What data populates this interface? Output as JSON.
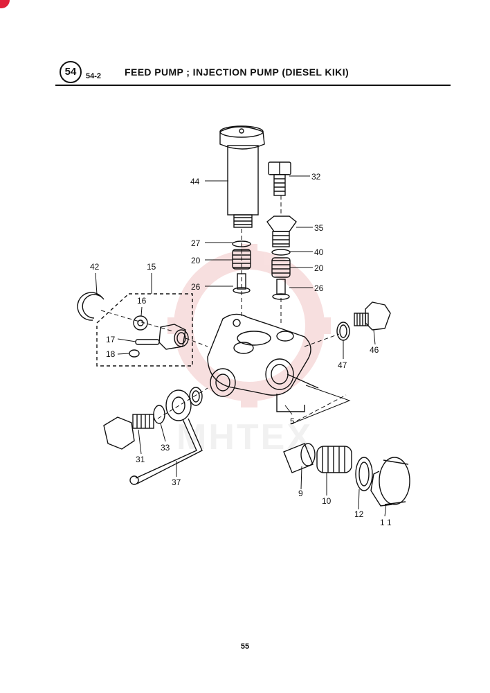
{
  "header": {
    "section_number": "54",
    "sub_number": "54-2",
    "title": "FEED PUMP ; INJECTION PUMP (DIESEL KIKI)"
  },
  "watermark": {
    "text": "MHTEX"
  },
  "callouts": [
    "44",
    "32",
    "35",
    "27",
    "40",
    "20",
    "20",
    "26",
    "26",
    "42",
    "15",
    "16",
    "17",
    "18",
    "46",
    "47",
    "5",
    "31",
    "33",
    "37",
    "9",
    "10",
    "12",
    "1 1"
  ],
  "footer": {
    "page_number": "55"
  },
  "colors": {
    "ink": "#111111",
    "watermark": "#f2c6c6",
    "badge": "#e0203a"
  }
}
